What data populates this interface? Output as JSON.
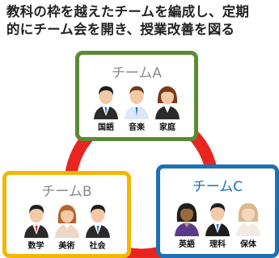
{
  "heading": {
    "line1": "教科の枠を越えたチームを編成し、定期",
    "line2": "的にチーム会を開き、授業改善を図る"
  },
  "colors": {
    "ring": "#e8251f",
    "team_a_border": "#5a8a35",
    "team_b_border": "#f2b705",
    "team_c_border": "#1f6fb5",
    "team_a_title": "#8a8a8a",
    "team_b_title": "#8a8a8a",
    "team_c_title": "#1f6fb5"
  },
  "teams": [
    {
      "id": "a",
      "title": "チームA",
      "members": [
        {
          "subject": "国語",
          "icon": "male-suit-avatar-icon"
        },
        {
          "subject": "音楽",
          "icon": "male-blue-shirt-avatar-icon"
        },
        {
          "subject": "家庭",
          "icon": "female-suit-avatar-icon"
        }
      ]
    },
    {
      "id": "b",
      "title": "チームB",
      "members": [
        {
          "subject": "数学",
          "icon": "male-suit-avatar-icon"
        },
        {
          "subject": "美術",
          "icon": "female-avatar-icon"
        },
        {
          "subject": "社会",
          "icon": "male-suit-avatar-icon"
        }
      ]
    },
    {
      "id": "c",
      "title": "チームC",
      "members": [
        {
          "subject": "英語",
          "icon": "female-dark-hair-avatar-icon"
        },
        {
          "subject": "理科",
          "icon": "male-dark-suit-avatar-icon"
        },
        {
          "subject": "保体",
          "icon": "female-light-hair-avatar-icon"
        }
      ]
    }
  ]
}
